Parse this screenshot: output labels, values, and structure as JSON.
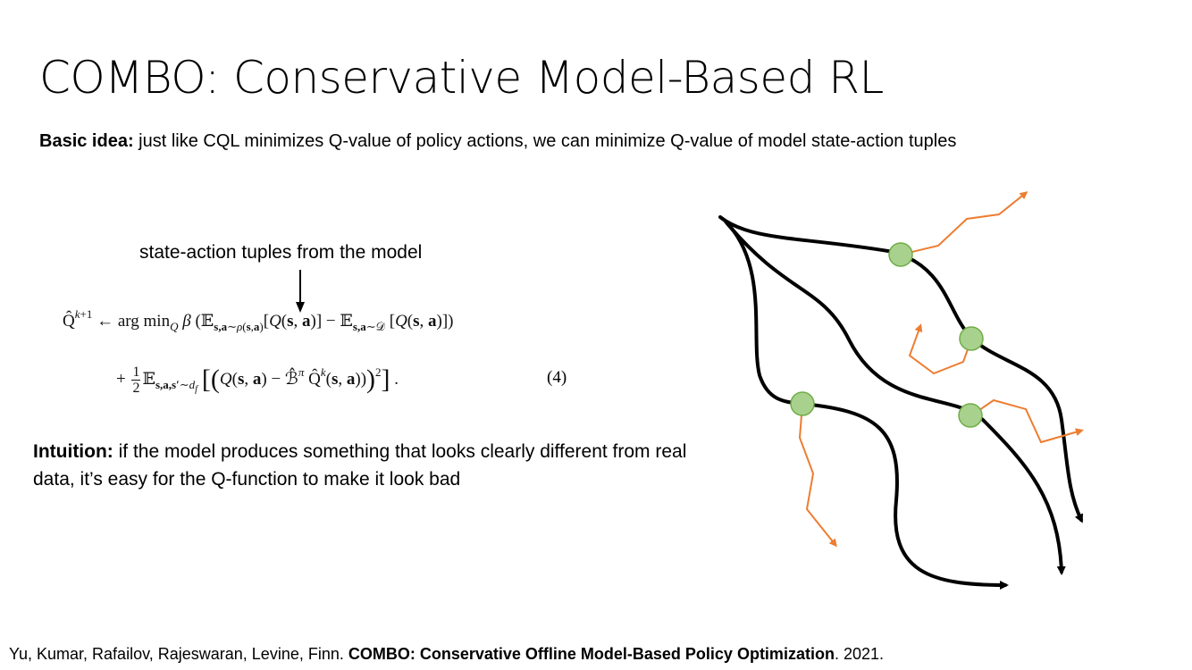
{
  "slide": {
    "title": "COMBO: Conservative Model-Based RL",
    "basic_idea": {
      "label": "Basic idea:",
      "text": " just like CQL minimizes Q-value of policy actions, we can minimize Q-value of model state-action tuples"
    },
    "annotation": "state-action tuples from the model",
    "equation_number": "(4)",
    "intuition": {
      "label": "Intuition:",
      "text": " if the model produces something that looks clearly different from real data, it’s easy for the Q-function to make it look bad"
    },
    "citation": {
      "authors": "Yu, Kumar, Rafailov, Rajeswaran, Levine, Finn. ",
      "paper": "COMBO: Conservative Offline Model-Based Policy Optimization",
      "year": ". 2021."
    }
  },
  "colors": {
    "trajectory": "#000000",
    "model_rollout": "#ED7D31",
    "branch_point": "#A9D18E",
    "branch_point_stroke": "#70AD47"
  }
}
